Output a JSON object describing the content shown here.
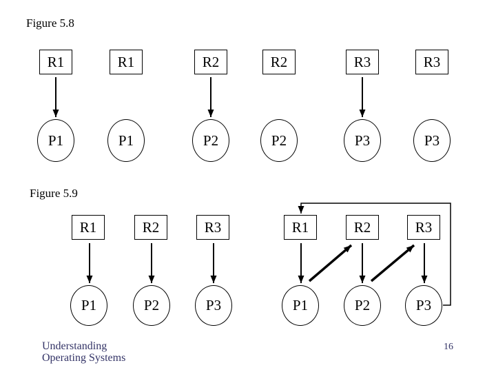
{
  "slide": {
    "background": "#ffffff"
  },
  "figure58": {
    "title": "Figure 5.8",
    "columns": [
      {
        "resource": "R1",
        "process": "P1",
        "edge": "allocated"
      },
      {
        "resource": "R1",
        "process": "P1",
        "edge": "none"
      },
      {
        "resource": "R2",
        "process": "P2",
        "edge": "allocated"
      },
      {
        "resource": "R2",
        "process": "P2",
        "edge": "none"
      },
      {
        "resource": "R3",
        "process": "P3",
        "edge": "allocated"
      },
      {
        "resource": "R3",
        "process": "P3",
        "edge": "none"
      }
    ]
  },
  "figure59": {
    "title": "Figure 5.9",
    "left_group": [
      {
        "resource": "R1",
        "process": "P1",
        "edge": "allocated"
      },
      {
        "resource": "R2",
        "process": "P2",
        "edge": "allocated"
      },
      {
        "resource": "R3",
        "process": "P3",
        "edge": "allocated"
      }
    ],
    "right_group": [
      {
        "resource": "R1",
        "process": "P1",
        "edge": "allocated"
      },
      {
        "resource": "R2",
        "process": "P2",
        "edge": "allocated"
      },
      {
        "resource": "R3",
        "process": "P3",
        "edge": "allocated"
      }
    ],
    "request_edges": [
      {
        "from": "P1",
        "to": "R2"
      },
      {
        "from": "P2",
        "to": "R3"
      },
      {
        "from": "P3",
        "to": "R1"
      }
    ]
  },
  "footer": {
    "book_line1": "Understanding",
    "book_line2": "Operating Systems",
    "page_number": "16"
  },
  "colors": {
    "diagram_line": "#000000",
    "footer_text": "#333366"
  }
}
